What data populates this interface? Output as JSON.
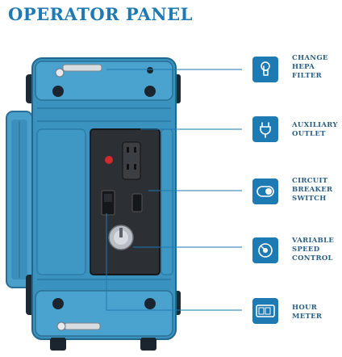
{
  "title": "OPERATOR PANEL",
  "callouts": [
    {
      "icon": "hand-press-icon",
      "lines": [
        "CHANGE",
        "HEPA",
        "FILTER"
      ]
    },
    {
      "icon": "plug-icon",
      "lines": [
        "AUXILIARY",
        "OUTLET"
      ]
    },
    {
      "icon": "toggle-switch-icon",
      "lines": [
        "CIRCUIT",
        "BREAKER",
        "SWITCH"
      ]
    },
    {
      "icon": "speed-dial-icon",
      "lines": [
        "VARIABLE",
        "SPEED",
        "CONTROL"
      ]
    },
    {
      "icon": "hour-meter-icon",
      "lines": [
        "HOUR",
        "METER"
      ]
    }
  ],
  "colors": {
    "accent": "#1e7ab2",
    "machine": "#3a93bf",
    "panel": "#2c2f33"
  }
}
